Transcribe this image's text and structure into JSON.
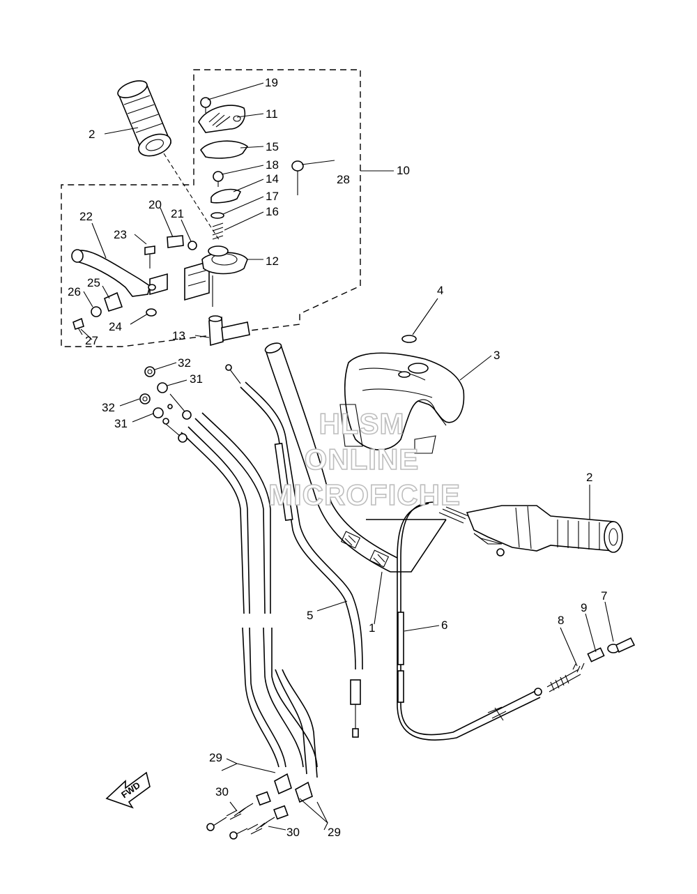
{
  "diagram": {
    "callouts": {
      "c1": "1",
      "c2a": "2",
      "c2b": "2",
      "c3": "3",
      "c4": "4",
      "c5": "5",
      "c6": "6",
      "c7": "7",
      "c8": "8",
      "c9": "9",
      "c10": "10",
      "c11": "11",
      "c12": "12",
      "c13": "13",
      "c14": "14",
      "c15": "15",
      "c16": "16",
      "c17": "17",
      "c18": "18",
      "c19": "19",
      "c20": "20",
      "c21": "21",
      "c22": "22",
      "c23": "23",
      "c24": "24",
      "c25": "25",
      "c26": "26",
      "c27": "27",
      "c28": "28",
      "c29a": "29",
      "c29b": "29",
      "c30a": "30",
      "c30b": "30",
      "c31a": "31",
      "c31b": "31",
      "c32a": "32",
      "c32b": "32"
    },
    "fwd_label": "FWD",
    "watermark": {
      "line1": "HLSM",
      "line2": "ONLINE",
      "line3": "MICROFICHE"
    }
  }
}
